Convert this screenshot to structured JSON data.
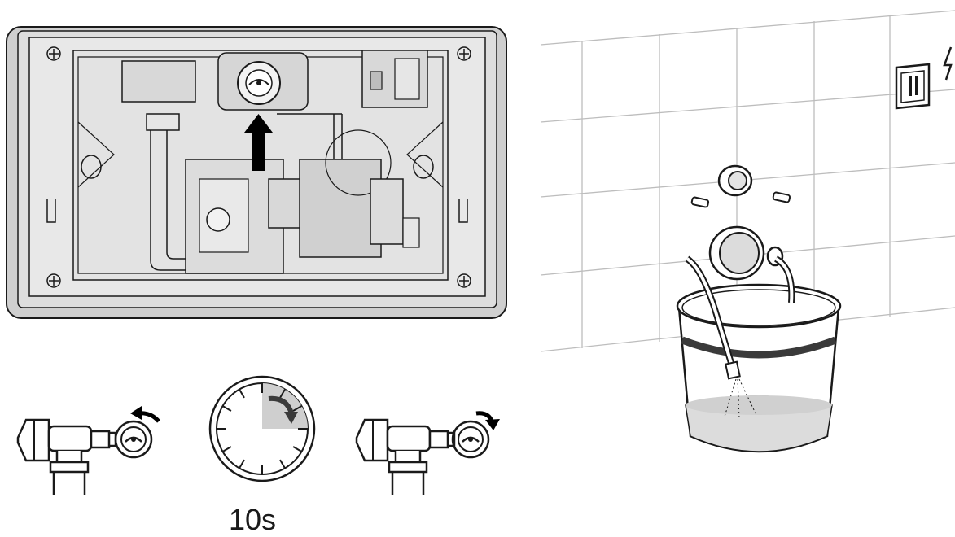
{
  "timer": {
    "duration_label": "10s",
    "flush_seconds": 10,
    "highlight_fraction": 0.25
  },
  "colors": {
    "outline": "#1a1a1a",
    "panel_frame": "#cfcfcf",
    "panel_inner": "#dedede",
    "panel_bg": "#e6e6e6",
    "tile_line": "#bdbdbd",
    "timer_wedge": "#cfcfcf",
    "water": "#dcdcdc",
    "bucket_band": "#3a3a3a",
    "arrow": "#000000"
  },
  "icons": {
    "panel": "cistern-panel-open-icon",
    "up_arrow": "up-arrow-icon",
    "valve_close": "valve-close-icon",
    "timer": "timer-icon",
    "valve_open": "valve-open-icon",
    "wall": "tiled-wall-icon",
    "socket": "power-socket-icon",
    "lightning": "lightning-icon",
    "bucket": "bucket-icon"
  }
}
